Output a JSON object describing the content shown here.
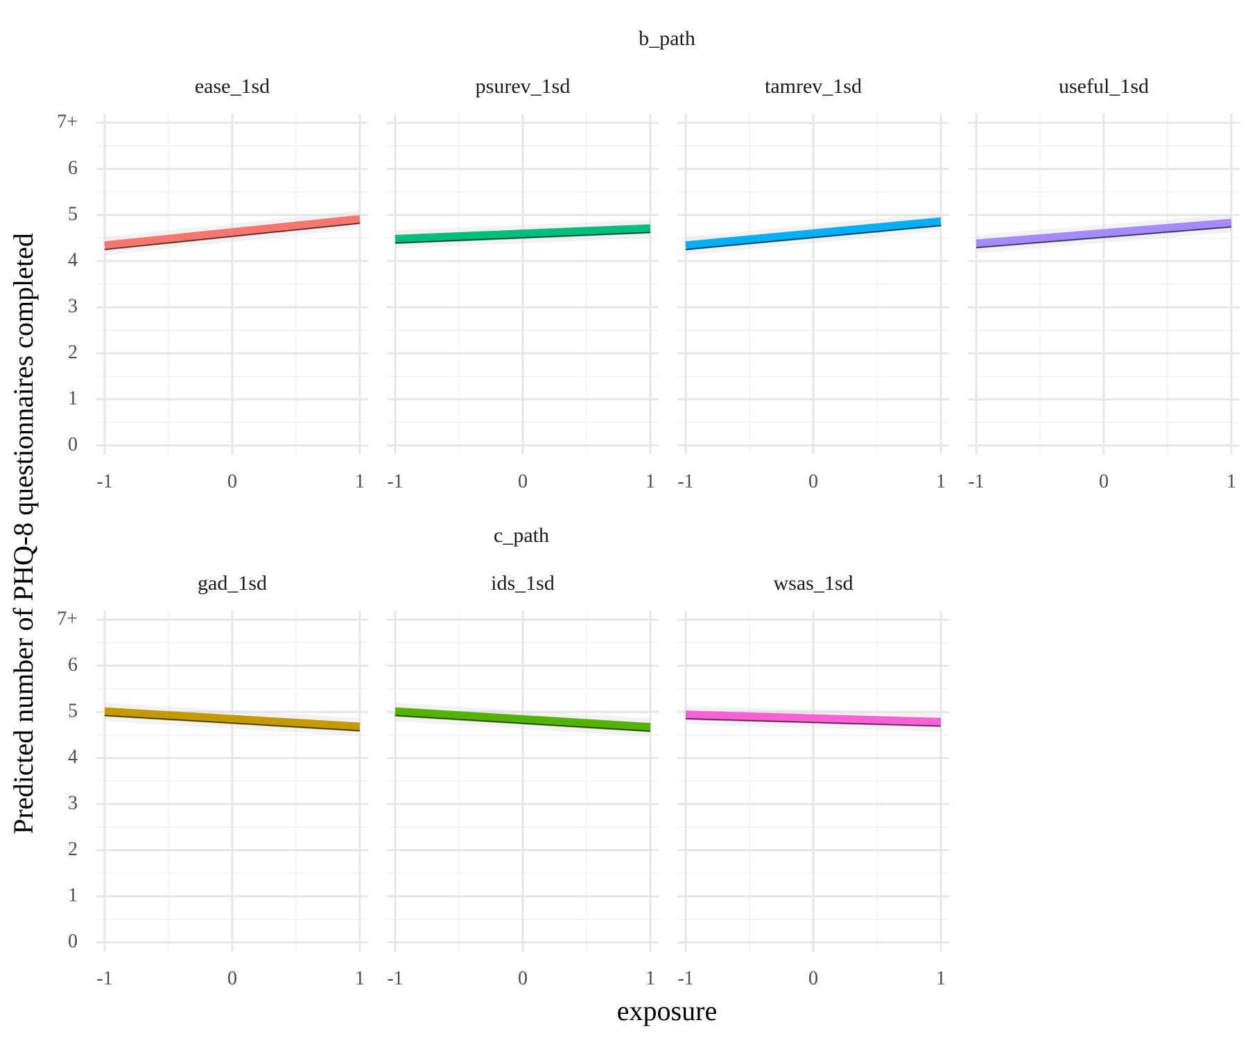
{
  "chart_data": {
    "type": "line",
    "xlabel": "exposure",
    "ylabel": "Predicted number of PHQ-8 questionnaires completed",
    "x_ticks": [
      "-1",
      "0",
      "1"
    ],
    "y_ticks": [
      "0",
      "1",
      "2",
      "3",
      "4",
      "5",
      "6",
      "7+"
    ],
    "xlim": [
      -1,
      1
    ],
    "ylim": [
      0,
      7
    ],
    "grid": true,
    "legend": "none",
    "groups": [
      {
        "label": "b_path",
        "panels": [
          {
            "label": "ease_1sd",
            "color": "#F8766D",
            "x": [
              -1,
              1
            ],
            "y": [
              4.33,
              4.9
            ],
            "ci_half": 0.1,
            "ci_outer_half": 0.2
          },
          {
            "label": "psurev_1sd",
            "color": "#00BF7D",
            "x": [
              -1,
              1
            ],
            "y": [
              4.47,
              4.7
            ],
            "ci_half": 0.1,
            "ci_outer_half": 0.2
          },
          {
            "label": "tamrev_1sd",
            "color": "#00B0F6",
            "x": [
              -1,
              1
            ],
            "y": [
              4.33,
              4.85
            ],
            "ci_half": 0.1,
            "ci_outer_half": 0.2
          },
          {
            "label": "useful_1sd",
            "color": "#A58AFF",
            "x": [
              -1,
              1
            ],
            "y": [
              4.37,
              4.82
            ],
            "ci_half": 0.1,
            "ci_outer_half": 0.2
          }
        ]
      },
      {
        "label": "c_path",
        "panels": [
          {
            "label": "gad_1sd",
            "color": "#C49A00",
            "x": [
              -1,
              1
            ],
            "y": [
              5.0,
              4.67
            ],
            "ci_half": 0.1,
            "ci_outer_half": 0.2
          },
          {
            "label": "ids_1sd",
            "color": "#53B400",
            "x": [
              -1,
              1
            ],
            "y": [
              5.0,
              4.66
            ],
            "ci_half": 0.1,
            "ci_outer_half": 0.2
          },
          {
            "label": "wsas_1sd",
            "color": "#FB61D7",
            "x": [
              -1,
              1
            ],
            "y": [
              4.93,
              4.77
            ],
            "ci_half": 0.1,
            "ci_outer_half": 0.2
          }
        ]
      }
    ]
  }
}
